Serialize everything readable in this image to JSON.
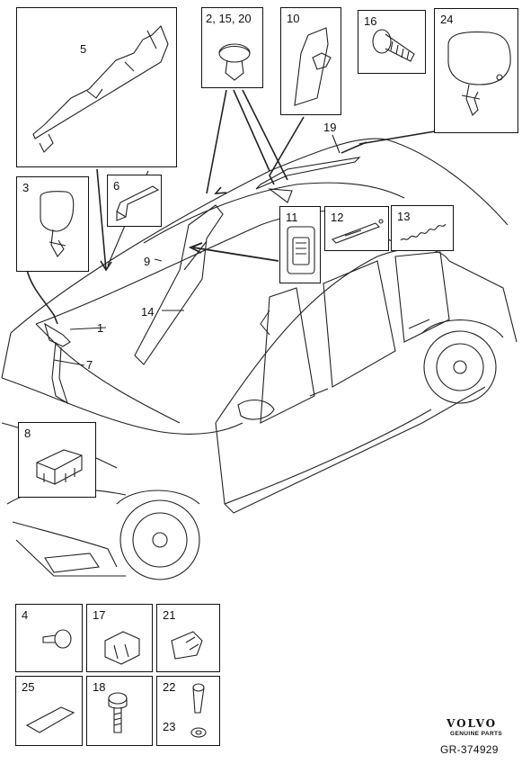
{
  "boxes": {
    "b5": "5",
    "b3": "3",
    "b6": "6",
    "b8": "8",
    "b2": "2, 15, 20",
    "b10": "10",
    "b16": "16",
    "b24": "24",
    "b11": "11",
    "b12": "12",
    "b13": "13",
    "b4": "4",
    "b17": "17",
    "b21": "21",
    "b25": "25",
    "b18": "18",
    "b22": "22",
    "b23": "23"
  },
  "callouts": {
    "c19": "19",
    "c9": "9",
    "c14": "14",
    "c1": "1",
    "c7": "7"
  },
  "footer": {
    "brand": "VOLVO",
    "sub": "GENUINE PARTS",
    "code": "GR-374929"
  }
}
